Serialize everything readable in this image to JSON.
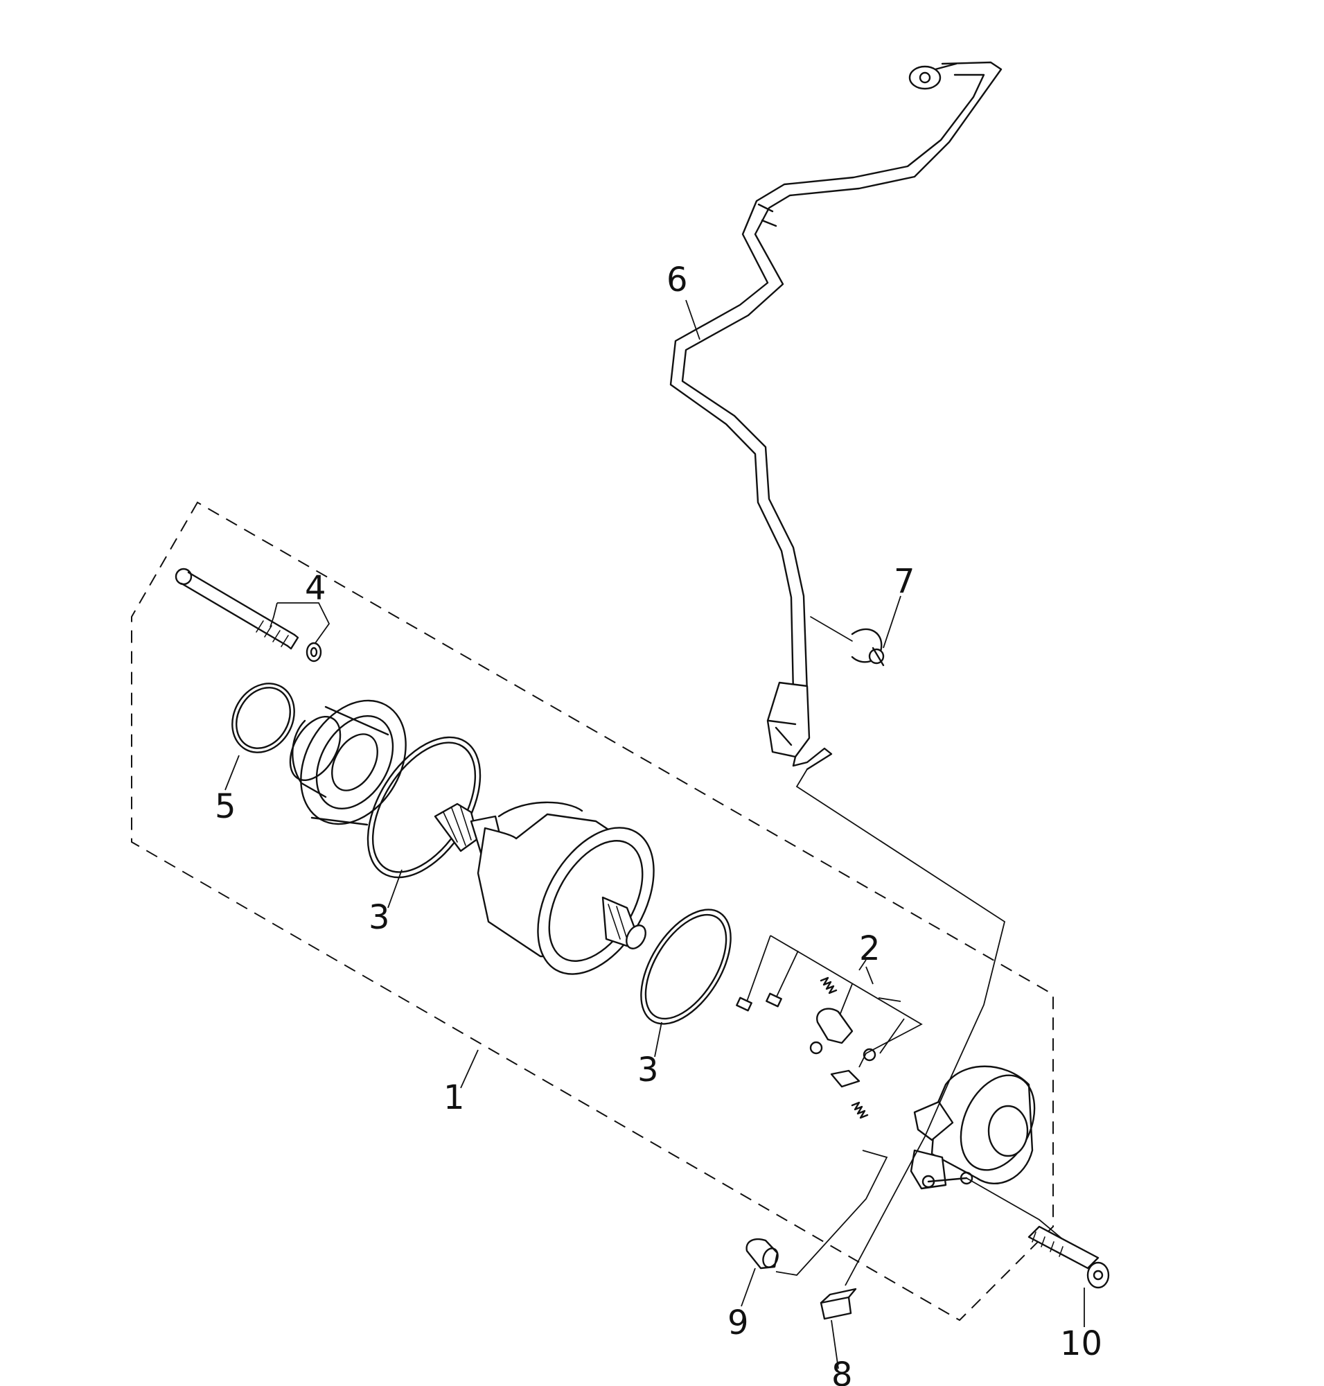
{
  "callouts": {
    "c1": "1",
    "c2": "2",
    "c3a": "3",
    "c3b": "3",
    "c4": "4",
    "c5": "5",
    "c6": "6",
    "c7": "7",
    "c8": "8",
    "c9": "9",
    "c10": "10"
  },
  "colors": {
    "line": "#111111",
    "background": "#ffffff"
  }
}
